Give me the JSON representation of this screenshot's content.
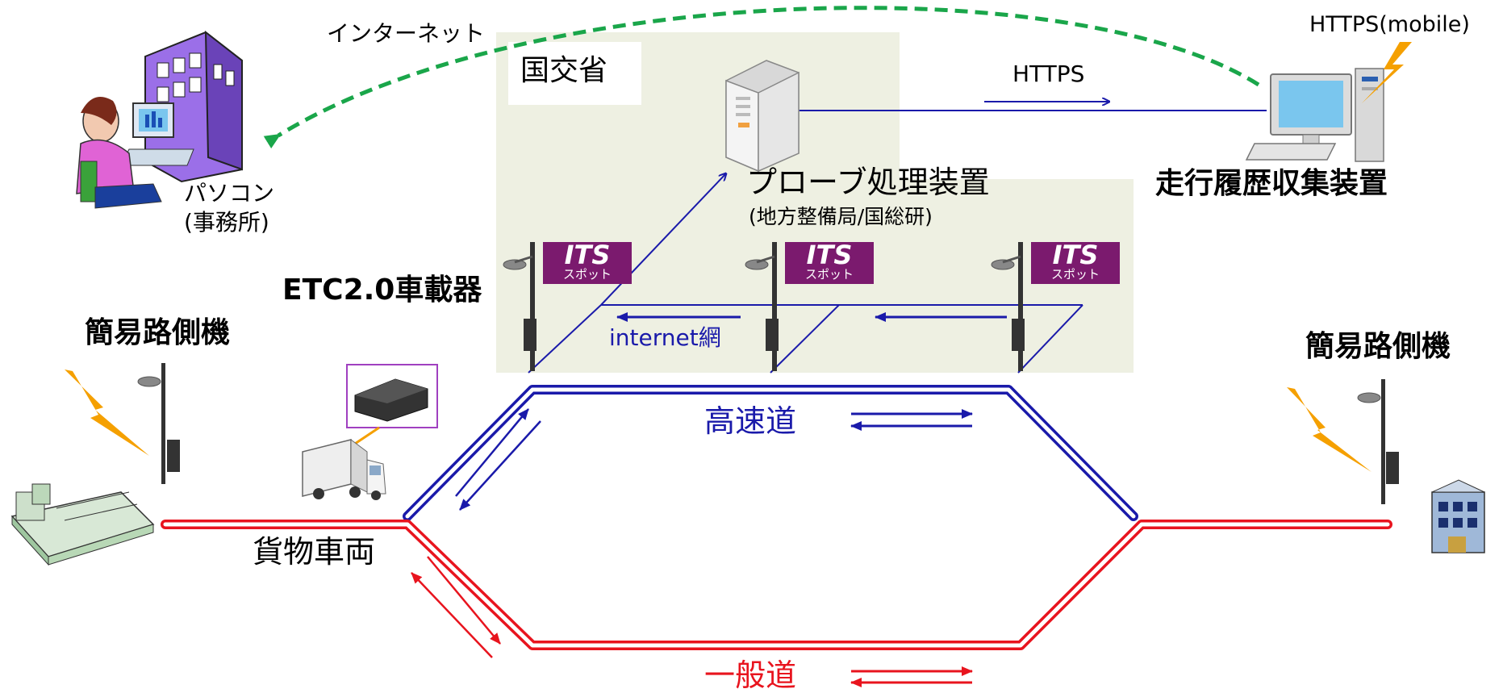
{
  "labels": {
    "internet": "インターネット",
    "pc": "パソコン",
    "pc_sub": "(事務所)",
    "ministry": "国交省",
    "https": "HTTPS",
    "https_mobile": "HTTPS(mobile)",
    "collector": "走行履歴収集装置",
    "probe": "プローブ処理装置",
    "probe_sub": "(地方整備局/国総研)",
    "etc": "ETC2.0車載器",
    "simple_rsu_left": "簡易路側機",
    "simple_rsu_right": "簡易路側機",
    "internet_net": "internet網",
    "expressway": "高速道",
    "freight": "貨物車両",
    "general_road": "一般道"
  },
  "its_spot": {
    "title": "ITS",
    "sub": "スポット"
  },
  "colors": {
    "blue": "#1a1aaa",
    "red": "#e8141e",
    "green": "#1aa64a",
    "panel": "#eef0e2",
    "its_purple": "#7b1a6e",
    "lightning": "#f5a000"
  }
}
